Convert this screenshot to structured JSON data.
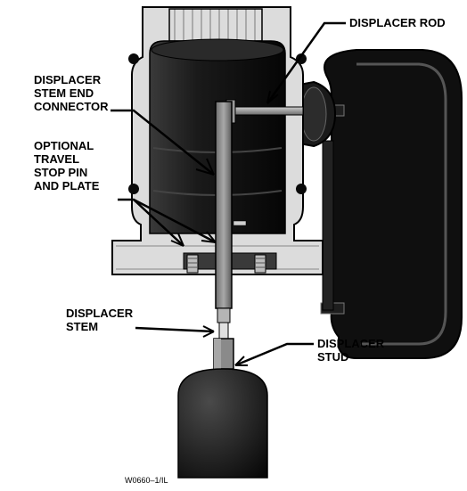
{
  "labels": {
    "displacer_rod": "DISPLACER ROD",
    "stem_end_connector": "DISPLACER\nSTEM END\nCONNECTOR",
    "travel_stop": "OPTIONAL\nTRAVEL\nSTOP PIN\nAND PLATE",
    "displacer_stem": "DISPLACER\nSTEM",
    "displacer_stud": "DISPLACER\nSTUD"
  },
  "drawing_code": "W0660–1/IL",
  "colors": {
    "body_dark": "#141414",
    "casting_light": "#d9d9d9",
    "outline": "#000000",
    "stem_gray": "#8c8c8c"
  }
}
